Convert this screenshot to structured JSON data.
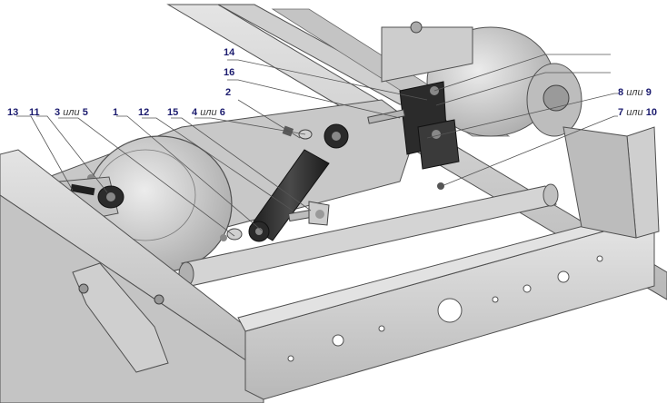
{
  "callouts": [
    {
      "id": "c14",
      "text": "14"
    },
    {
      "id": "c16",
      "text": "16"
    },
    {
      "id": "c2",
      "text": "2"
    },
    {
      "id": "c13",
      "text": "13"
    },
    {
      "id": "c11",
      "text": "11"
    },
    {
      "id": "c3",
      "text": "3",
      "alt_word": "или",
      "alt": "5"
    },
    {
      "id": "c1",
      "text": "1"
    },
    {
      "id": "c12",
      "text": "12"
    },
    {
      "id": "c15",
      "text": "15"
    },
    {
      "id": "c4",
      "text": "4",
      "alt_word": "или",
      "alt": "6"
    },
    {
      "id": "c8",
      "text": "8",
      "alt_word": "или",
      "alt": "9"
    },
    {
      "id": "c7",
      "text": "7",
      "alt_word": "или",
      "alt": "10"
    }
  ],
  "colors": {
    "label_text": "#1b1b6e",
    "leader_line": "#555555",
    "metal_light": "#d6d6d6",
    "metal_mid": "#b4b4b4",
    "metal_dark": "#2f2f2f",
    "outline": "#505050"
  }
}
